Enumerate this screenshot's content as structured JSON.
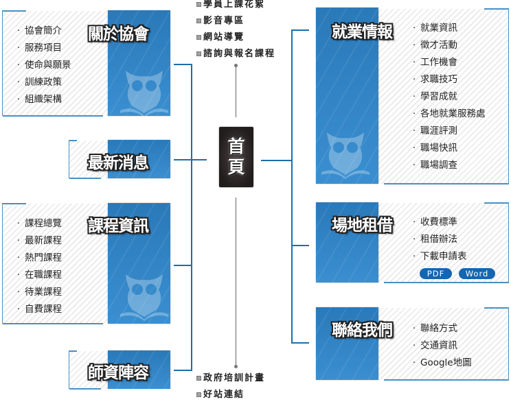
{
  "home": {
    "label_line1": "首",
    "label_line2": "頁"
  },
  "top_links": [
    {
      "label": "學員上課花絮"
    },
    {
      "label": "影音專區"
    },
    {
      "label": "網站導覽"
    },
    {
      "label": "諮詢與報名課程"
    }
  ],
  "bottom_links": [
    {
      "label": "政府培訓計畫"
    },
    {
      "label": "好站連結"
    }
  ],
  "sections": {
    "about": {
      "title": "關於協會",
      "items": [
        "協會簡介",
        "服務項目",
        "使命與願景",
        "訓練政策",
        "組織架構"
      ]
    },
    "news": {
      "title": "最新消息"
    },
    "courses": {
      "title": "課程資訊",
      "items": [
        "課程總覽",
        "最新課程",
        "熱門課程",
        "在職課程",
        "待業課程",
        "自費課程"
      ]
    },
    "teachers": {
      "title": "師資陣容"
    },
    "employment": {
      "title": "就業情報",
      "items": [
        "就業資訊",
        "徵才活動",
        "工作機會",
        "求職技巧",
        "學習成就",
        "各地就業服務處",
        "職涯評測",
        "職場快訊",
        "職場調查"
      ]
    },
    "venue": {
      "title": "場地租借",
      "items": [
        "收費標準",
        "租借辦法",
        "下載申請表"
      ],
      "downloads": [
        "PDF",
        "Word"
      ]
    },
    "contact": {
      "title": "聯絡我們",
      "items": [
        "聯絡方式",
        "交通資訊",
        "Google地圖"
      ]
    }
  },
  "bullet": "·",
  "colors": {
    "accent": "#1a6ea8",
    "card_blue": "#2a79b9",
    "pill": "#1466b0",
    "home_bg": "#221d1d"
  }
}
